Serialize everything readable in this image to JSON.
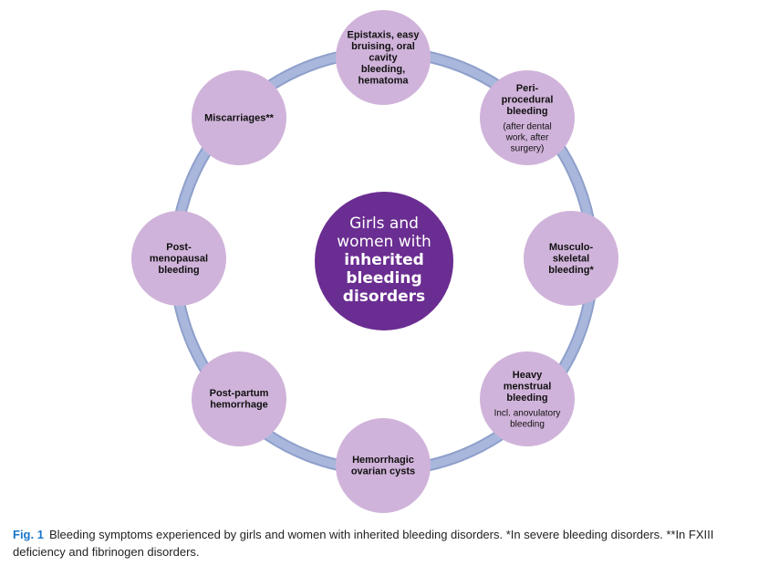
{
  "colors": {
    "ring": "#a9b7dc",
    "ring_edge": "#8e9fcb",
    "node_fill": "#d0b3da",
    "center_fill": "#6a2d91"
  },
  "center": {
    "lines": [
      {
        "text": "Girls and",
        "bold": false
      },
      {
        "text": "women with",
        "bold": false
      },
      {
        "text": "inherited",
        "bold": true
      },
      {
        "text": "bleeding",
        "bold": true
      },
      {
        "text": "disorders",
        "bold": true
      }
    ]
  },
  "nodes": [
    {
      "id": "epistaxis",
      "title": [
        "Epistaxis, easy",
        "bruising, oral",
        "cavity",
        "bleeding,",
        "hematoma"
      ],
      "sub": []
    },
    {
      "id": "periprocedural",
      "title": [
        "Peri-",
        "procedural",
        "bleeding"
      ],
      "sub": [
        "(after dental",
        "work, after",
        "surgery)"
      ]
    },
    {
      "id": "musculoskeletal",
      "title": [
        "Musculo-",
        "skeletal",
        "bleeding*"
      ],
      "sub": []
    },
    {
      "id": "menstrual",
      "title": [
        "Heavy",
        "menstrual",
        "bleeding"
      ],
      "sub": [
        "Incl. anovulatory",
        "bleeding"
      ]
    },
    {
      "id": "ovarian",
      "title": [
        "Hemorrhagic",
        "ovarian cysts"
      ],
      "sub": []
    },
    {
      "id": "postpartum",
      "title": [
        "Post-partum",
        "hemorrhage"
      ],
      "sub": []
    },
    {
      "id": "postmenopausal",
      "title": [
        "Post-",
        "menopausal",
        "bleeding"
      ],
      "sub": []
    },
    {
      "id": "miscarriages",
      "title": [
        "Miscarriages**"
      ],
      "sub": []
    }
  ],
  "caption": {
    "label": "Fig. 1",
    "text": "Bleeding symptoms experienced by girls and women with inherited bleeding disorders. *In severe bleeding disorders. **In FXIII deficiency and fibrinogen disorders."
  }
}
